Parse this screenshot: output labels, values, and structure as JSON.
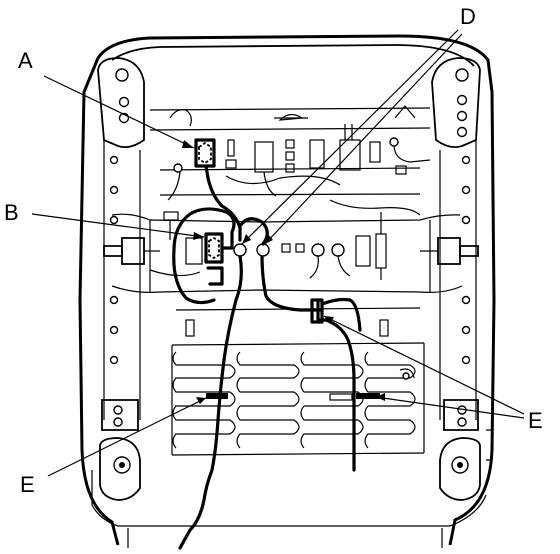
{
  "diagram": {
    "callouts": {
      "a": "A",
      "b": "B",
      "d": "D",
      "e_left": "E",
      "e_right": "E"
    }
  }
}
